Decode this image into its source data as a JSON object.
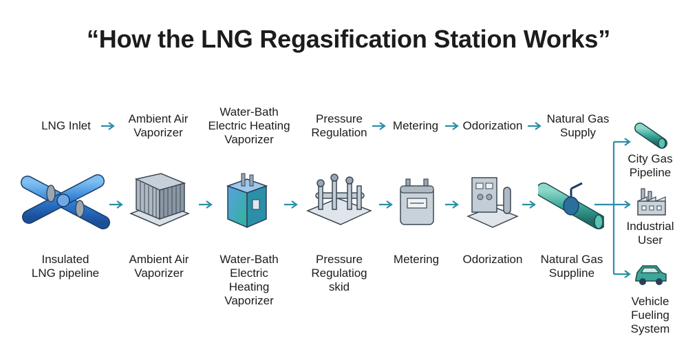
{
  "title": "“How the LNG Regasification Station Works”",
  "colors": {
    "accent": "#2a8fa6",
    "pipe_blue": "#2f7fd6",
    "pipe_teal": "#3aa79a",
    "equipment": "#b9c4cc"
  },
  "process_steps": [
    {
      "lines": [
        "LNG Inlet"
      ]
    },
    {
      "lines": [
        "Ambient Air",
        "Vaporizer"
      ]
    },
    {
      "lines": [
        "Water-Bath",
        "Electric Heating",
        "Vaporizer"
      ]
    },
    {
      "lines": [
        "Pressure",
        "Regulation"
      ]
    },
    {
      "lines": [
        "Metering"
      ]
    },
    {
      "lines": [
        "Odorization"
      ]
    },
    {
      "lines": [
        "Natural Gas",
        "Supply"
      ]
    }
  ],
  "equipment": [
    {
      "icon": "insulated-pipe-icon",
      "lines": [
        "Insulated",
        "LNG pipeline"
      ]
    },
    {
      "icon": "air-vaporizer-icon",
      "lines": [
        "Ambient Air",
        "Vaporizer"
      ]
    },
    {
      "icon": "water-bath-vaporizer-icon",
      "lines": [
        "Water-Bath",
        "Electric",
        "Heating",
        "Vaporizer"
      ]
    },
    {
      "icon": "regulating-skid-icon",
      "lines": [
        "Pressure",
        "Regulatiog",
        "skid"
      ]
    },
    {
      "icon": "gas-meter-icon",
      "lines": [
        "Metering"
      ]
    },
    {
      "icon": "odorizer-icon",
      "lines": [
        "Odorization"
      ]
    },
    {
      "icon": "supply-valve-icon",
      "lines": [
        "Natural Gas",
        "Suppline"
      ]
    }
  ],
  "end_users": [
    {
      "icon": "city-gas-pipe-icon",
      "lines": [
        "City Gas",
        "Pipeline"
      ]
    },
    {
      "icon": "factory-icon",
      "lines": [
        "Industrial",
        "User"
      ]
    },
    {
      "icon": "car-icon",
      "lines": [
        "Vehicle",
        "Fueling",
        "System"
      ]
    }
  ]
}
